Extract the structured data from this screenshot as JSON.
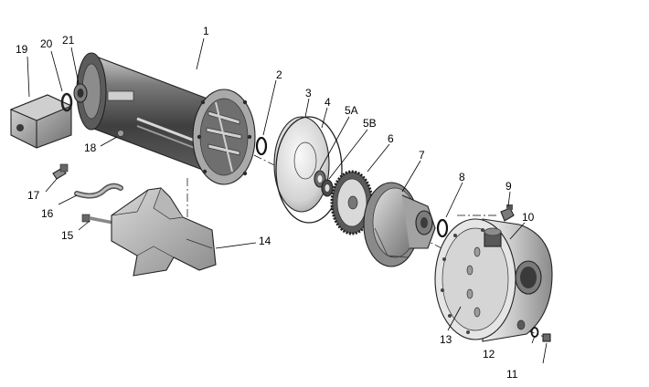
{
  "callouts": {
    "c1": "1",
    "c2": "2",
    "c3": "3",
    "c4": "4",
    "c5a": "5A",
    "c5b": "5B",
    "c6": "6",
    "c7": "7",
    "c8": "8",
    "c9": "9",
    "c10": "10",
    "c11": "11",
    "c12": "12",
    "c13": "13",
    "c14": "14",
    "c15": "15",
    "c16": "16",
    "c17": "17",
    "c18": "18",
    "c19": "19",
    "c20": "20",
    "c21": "21"
  }
}
